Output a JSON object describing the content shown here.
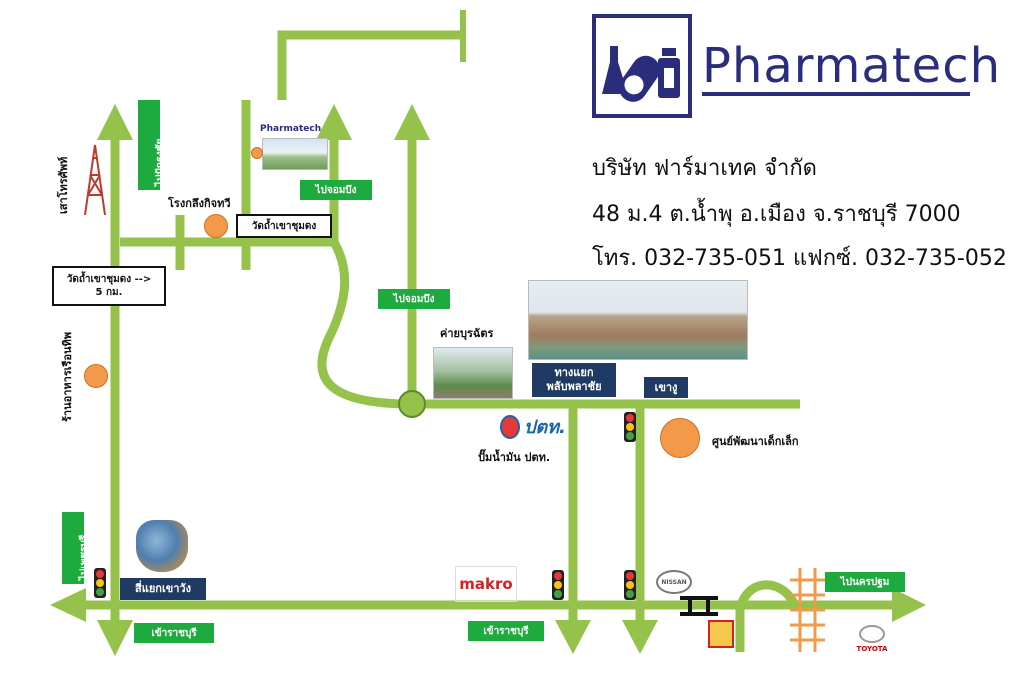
{
  "company": {
    "brand": "Pharmatech",
    "name_th": "บริษัท ฟาร์มาเทค จำกัด",
    "address": "48 ม.4 ต.น้ำพุ อ.เมือง  จ.ราชบุรี 7000",
    "contact": "โทร. 032-735-051 แฟกซ์. 032-735-052",
    "logo_icon": "lab-flask-pill-icon",
    "brand_color": "#2a2d7c"
  },
  "colors": {
    "road": "#94c24a",
    "sign_green": "#1daa3f",
    "sign_blue": "#1f3b63",
    "marker": "#f39a4a"
  },
  "signs": {
    "to_chompbueng_top": "ไปจอมบึง",
    "to_chompbueng_mid": "ไปจอมบึง",
    "to_pak_tho": "ไปปักธงชัย",
    "to_phetchaburi": "ไปเพชรบุรี",
    "into_ratchaburi_left": "เข้าราชบุรี",
    "into_ratchaburi_mid": "เข้าราชบุรี",
    "to_nakhon_pathom": "ไปนครปฐม",
    "khao_ngu": "เขางู",
    "intersection_phlapphla": "ทางแยก\nพลับพลาชัย",
    "intersection_khao_wang": "สี่แยกเขาวัง"
  },
  "labels": {
    "cell_tower": "เสาโทรศัพท์",
    "warehouse": "โรงกลึงกิจทวี",
    "wat_tham_khao": "วัดถ้ำเขาชุมดง",
    "wat_tham_distance": "วัดถ้ำเขาชุมดง -->\n5 กม.",
    "restaurant": "ร้านอาหารเรือนทิพ",
    "camp": "ค่ายบุรฉัตร",
    "gas_station": "ปั๊มน้ำมัน ปตท.",
    "child_center": "ศูนย์พัฒนาเด็กเล็ก",
    "ptt_logo": "ปตท.",
    "makro_logo": "makro",
    "nissan_logo": "NISSAN",
    "toyota_logo": "TOYOTA",
    "pharmatech_small": "Pharmatech"
  }
}
